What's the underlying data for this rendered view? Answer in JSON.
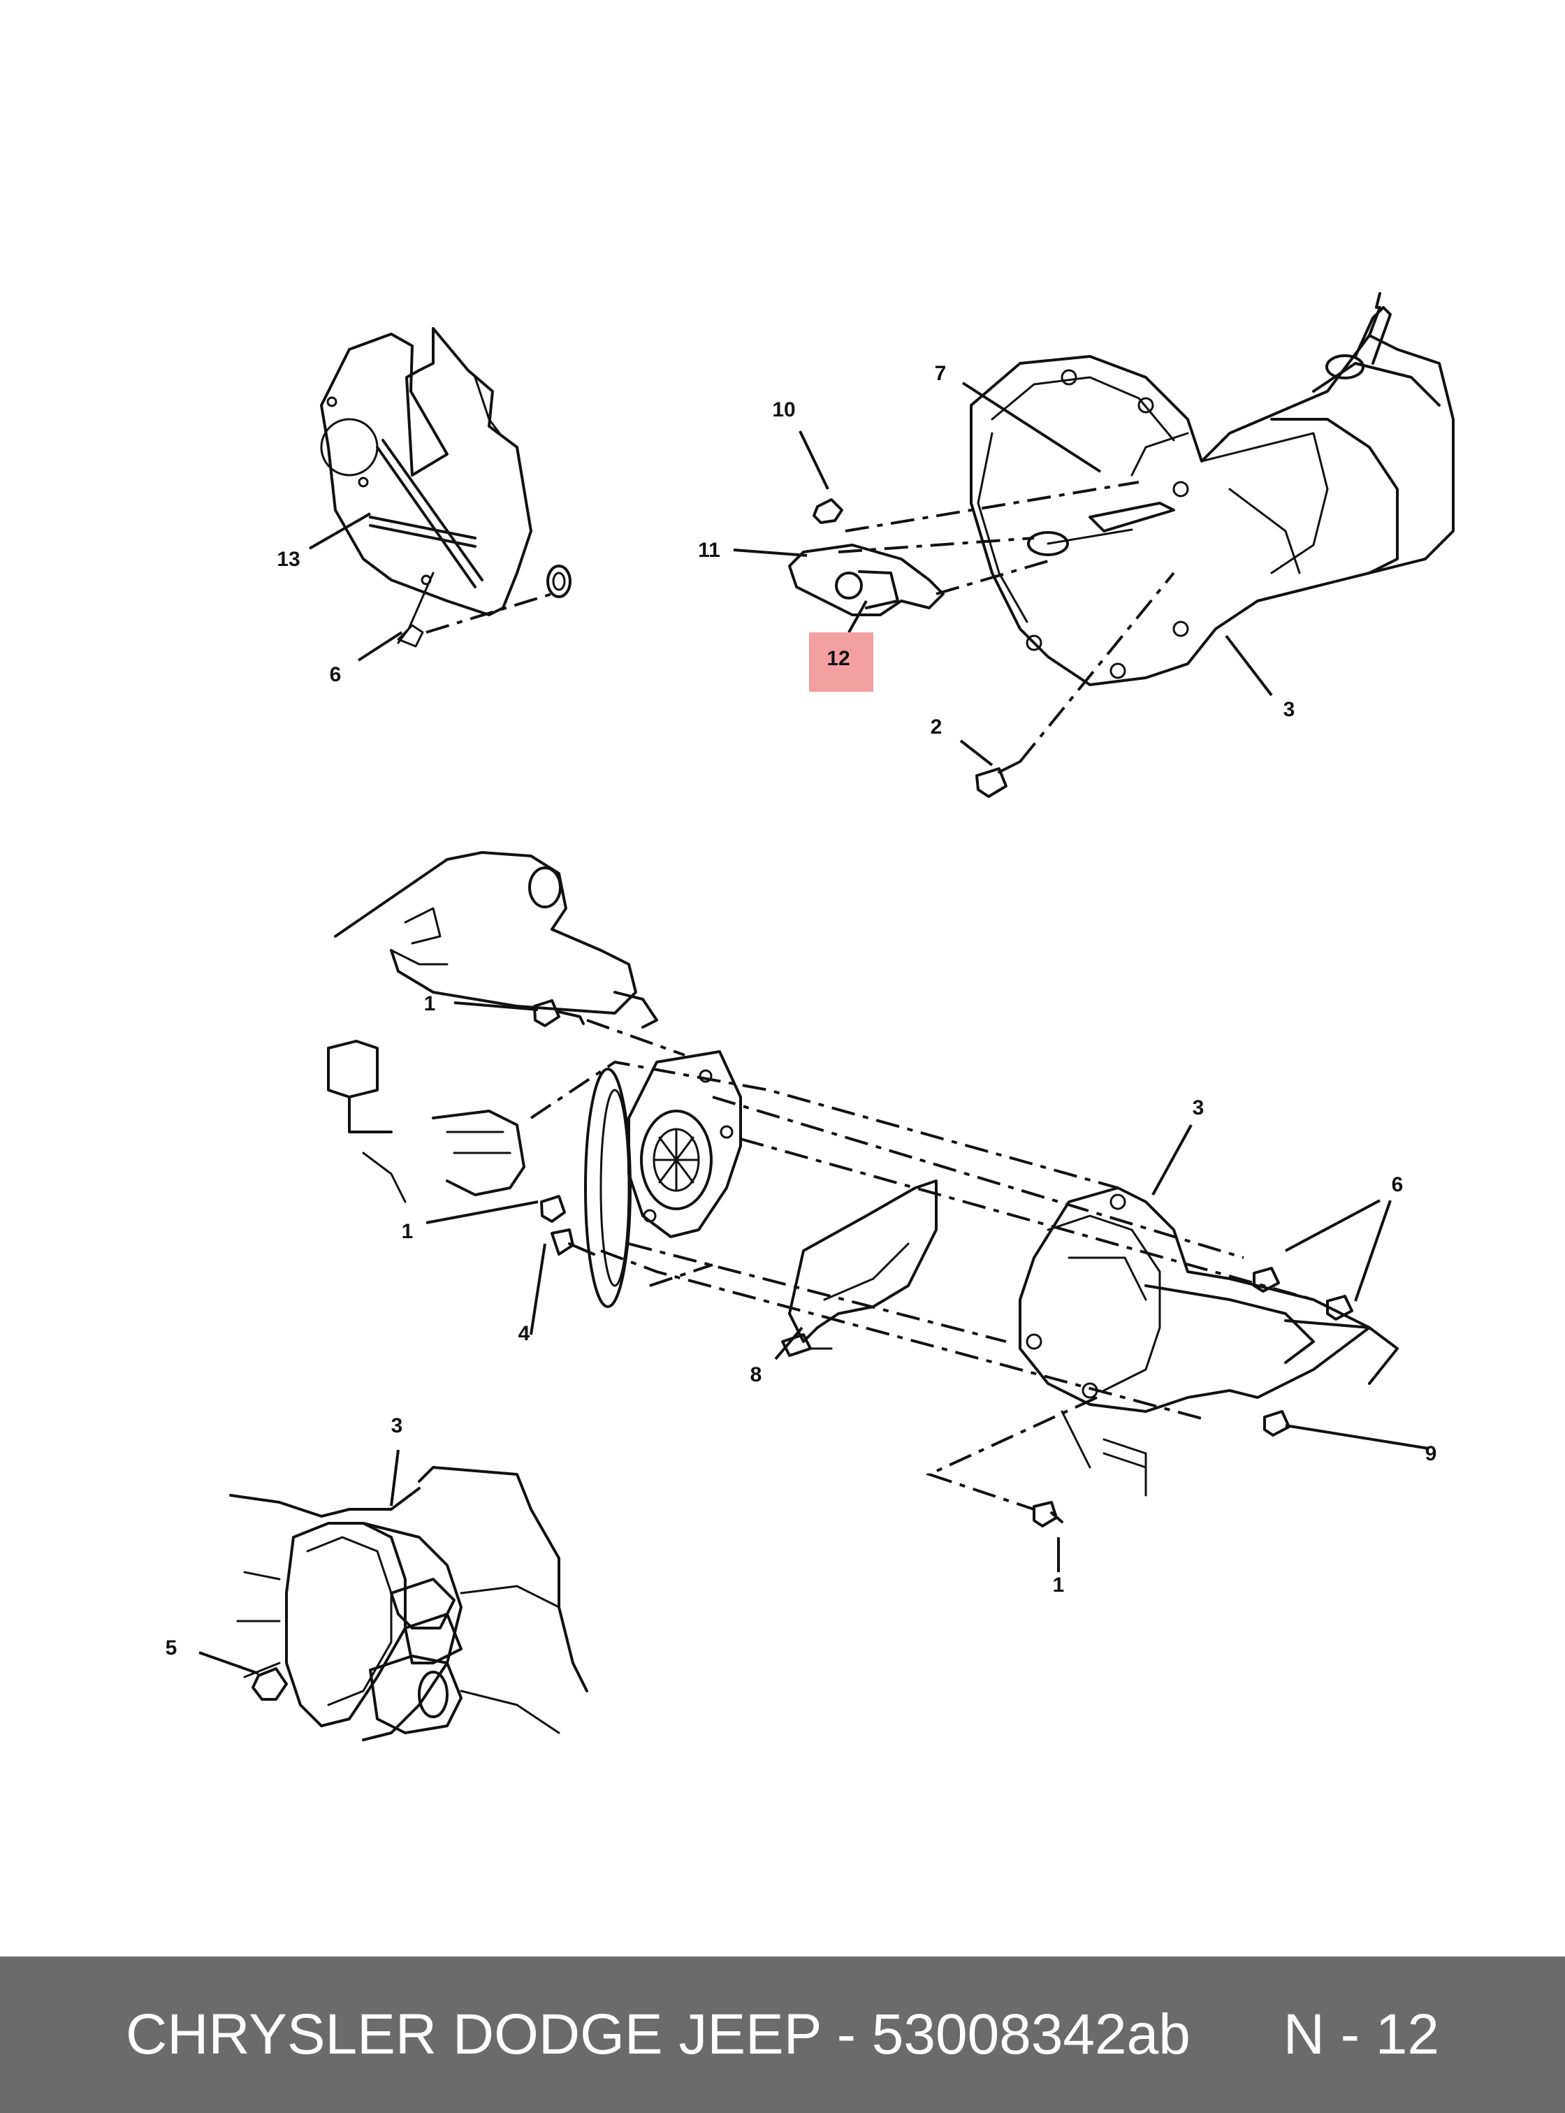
{
  "diagram": {
    "highlight_color": "#f4a0a0",
    "callouts": {
      "top_left": {
        "c13": "13",
        "c6": "6"
      },
      "top_right": {
        "c10": "10",
        "c7": "7",
        "c11": "11",
        "c12": "12",
        "c3": "3",
        "c2": "2"
      },
      "middle": {
        "c1a": "1",
        "c1b": "1",
        "c4": "4",
        "c8": "8",
        "c3": "3",
        "c6": "6",
        "c9": "9",
        "c1c": "1"
      },
      "bottom_left": {
        "c3": "3",
        "c5": "5"
      }
    }
  },
  "footer": {
    "part_text": "CHRYSLER DODGE JEEP - 53008342ab",
    "page_ref": "N - 12",
    "background_color": "#6b6b6b"
  }
}
